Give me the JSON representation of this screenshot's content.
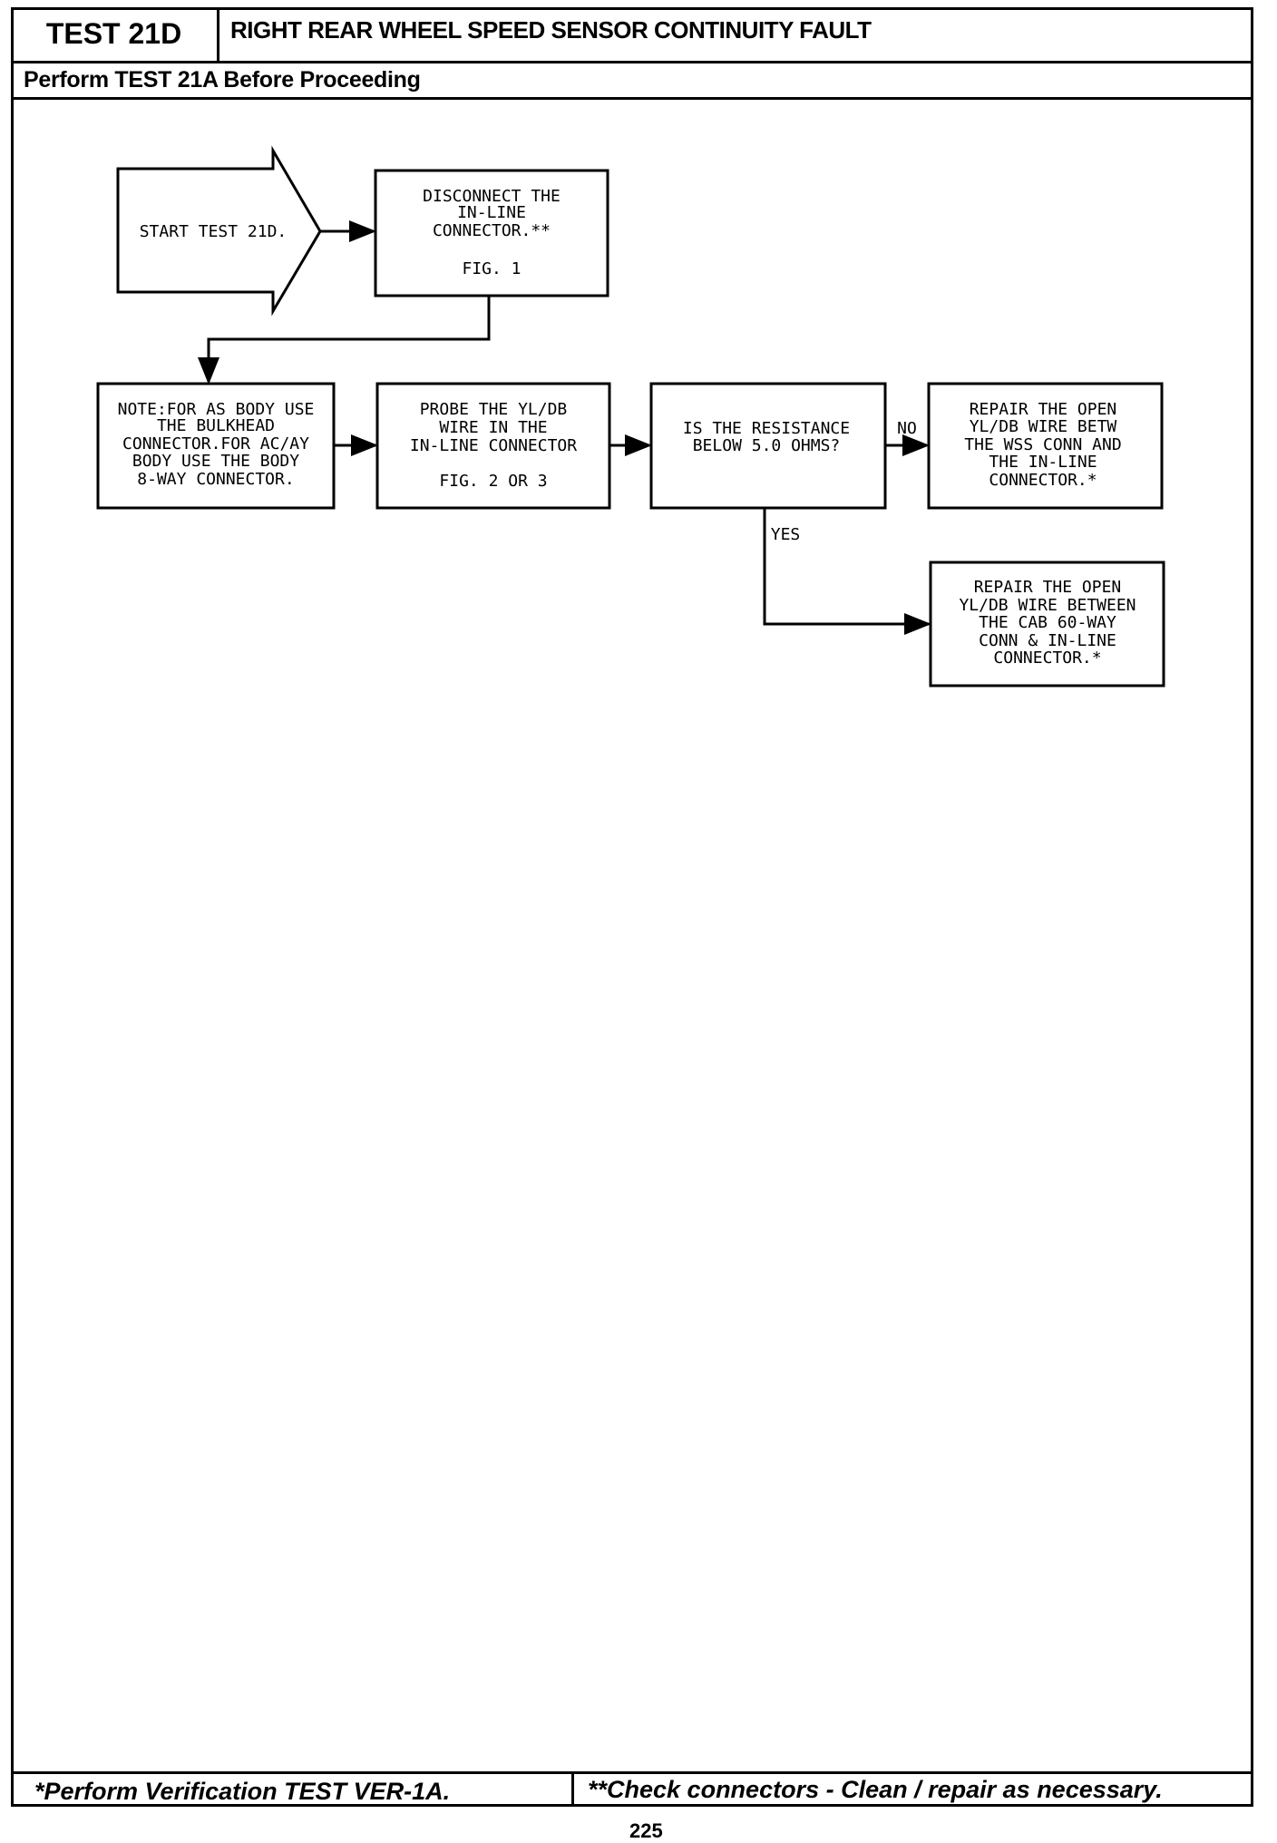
{
  "header": {
    "test_id": "TEST 21D",
    "title": "RIGHT REAR WHEEL SPEED SENSOR CONTINUITY FAULT"
  },
  "prerequisite": "Perform TEST 21A Before Proceeding",
  "flowchart": {
    "start": "START TEST 21D.",
    "disconnect": [
      "DISCONNECT THE",
      "IN-LINE",
      "CONNECTOR.**",
      "FIG. 1"
    ],
    "note": [
      "NOTE:FOR AS BODY USE",
      "THE BULKHEAD",
      "CONNECTOR.FOR AC/AY",
      "BODY USE THE BODY",
      "8-WAY CONNECTOR."
    ],
    "probe": [
      "PROBE THE YL/DB",
      "WIRE IN THE",
      "IN-LINE CONNECTOR",
      "FIG. 2 OR 3"
    ],
    "question": [
      "IS THE RESISTANCE",
      "BELOW 5.0 OHMS?"
    ],
    "no_label": "NO",
    "yes_label": "YES",
    "repair_no": [
      "REPAIR THE OPEN",
      "YL/DB WIRE BETW",
      "THE WSS CONN AND",
      "THE IN-LINE",
      "CONNECTOR.*"
    ],
    "repair_yes": [
      "REPAIR THE OPEN",
      "YL/DB WIRE BETWEEN",
      "THE CAB 60-WAY",
      "CONN & IN-LINE",
      "CONNECTOR.*"
    ]
  },
  "footer": {
    "left": "*Perform Verification TEST VER-1A.",
    "right": "**Check connectors - Clean / repair as necessary."
  },
  "page_number": "225"
}
